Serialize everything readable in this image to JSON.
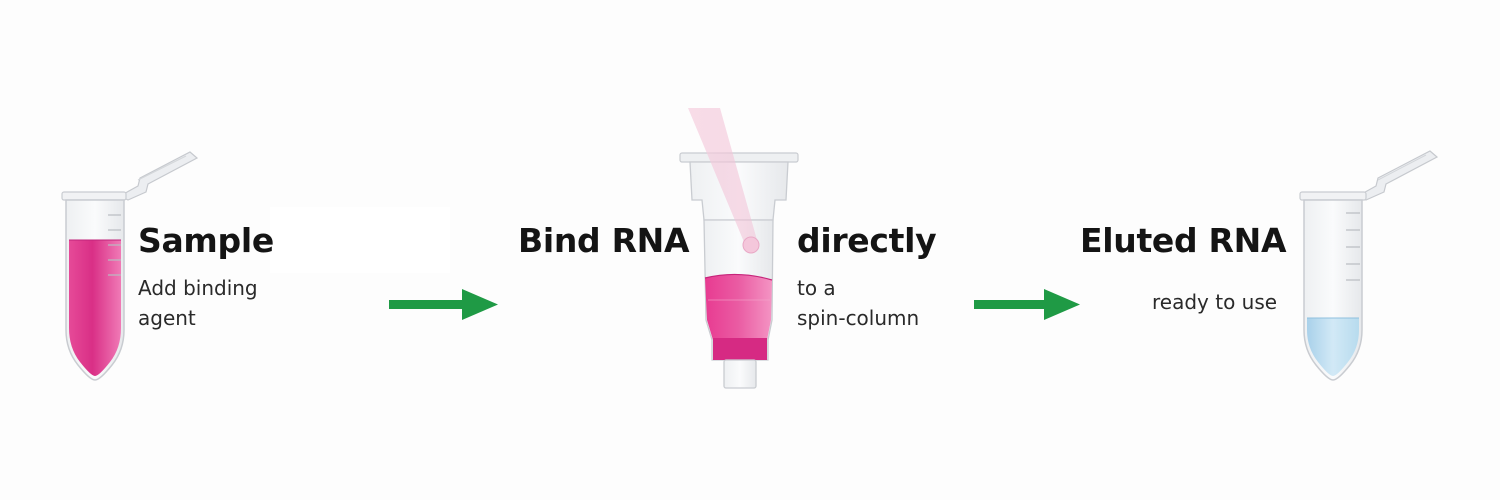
{
  "steps": [
    {
      "title": "Sample",
      "subtitle_lines": [
        "Add binding",
        "agent"
      ]
    },
    {
      "title_left": "Bind RNA",
      "title_right": "directly",
      "subtitle_lines": [
        "to a",
        "spin-column"
      ]
    },
    {
      "title": "Eluted RNA",
      "subtitle_lines": [
        "ready to use"
      ]
    }
  ],
  "colors": {
    "sample_liquid": "#e0428f",
    "eluate_liquid": "#b9dcef",
    "arrow": "#1f9a45",
    "tube_outline": "#c9ccd1",
    "pipette_tip": "#f3c6d8"
  },
  "icons": [
    "sample-tube-icon",
    "spin-column-icon",
    "pipette-tip-icon",
    "eluate-tube-icon",
    "arrow-right-icon"
  ]
}
